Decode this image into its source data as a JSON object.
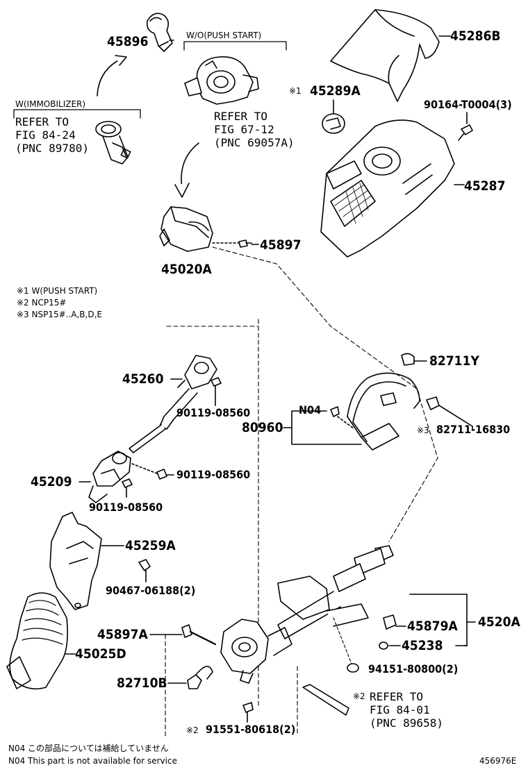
{
  "parts": {
    "p45896": "45896",
    "p45286B": "45286B",
    "p45289A": "45289A",
    "p45289A_mark": "※1",
    "p90164": "90164-T0004(3)",
    "p45287": "45287",
    "p45897": "45897",
    "p45020A": "45020A",
    "p45260": "45260",
    "p90119_a": "90119-08560",
    "p90119_b": "90119-08560",
    "p90119_c": "90119-08560",
    "p45209": "45209",
    "p82711Y": "82711Y",
    "pN04": "N04",
    "p80960": "80960",
    "p82711_16830": "82711-16830",
    "p82711_16830_mark": "※3",
    "p45259A": "45259A",
    "p90467": "90467-06188(2)",
    "p45025D": "45025D",
    "p45897A": "45897A",
    "p45879A": "45879A",
    "p4520A": "4520A",
    "p45238": "45238",
    "p94151": "94151-80800(2)",
    "p82710B": "82710B",
    "p91551": "91551-80618(2)",
    "p91551_mark": "※2"
  },
  "headers": {
    "wo_push_start": "W/O(PUSH START)",
    "w_immobilizer": "W(IMMOBILIZER)"
  },
  "refs": {
    "fig84_24": "REFER TO\nFIG 84-24\n(PNC 89780)",
    "fig67_12": "REFER TO\nFIG 67-12\n(PNC 69057A)",
    "fig84_01_mark": "※2",
    "fig84_01": "REFER TO\nFIG 84-01\n(PNC 89658)"
  },
  "legend": {
    "line1": "※1  W(PUSH START)",
    "line2": "※2  NCP15#",
    "line3": "※3  NSP15#..A,B,D,E"
  },
  "footer": {
    "n04_jp": "N04   この部品については補給していません",
    "n04_en": "N04   This part is not available for service",
    "drawing_id": "456976E"
  }
}
